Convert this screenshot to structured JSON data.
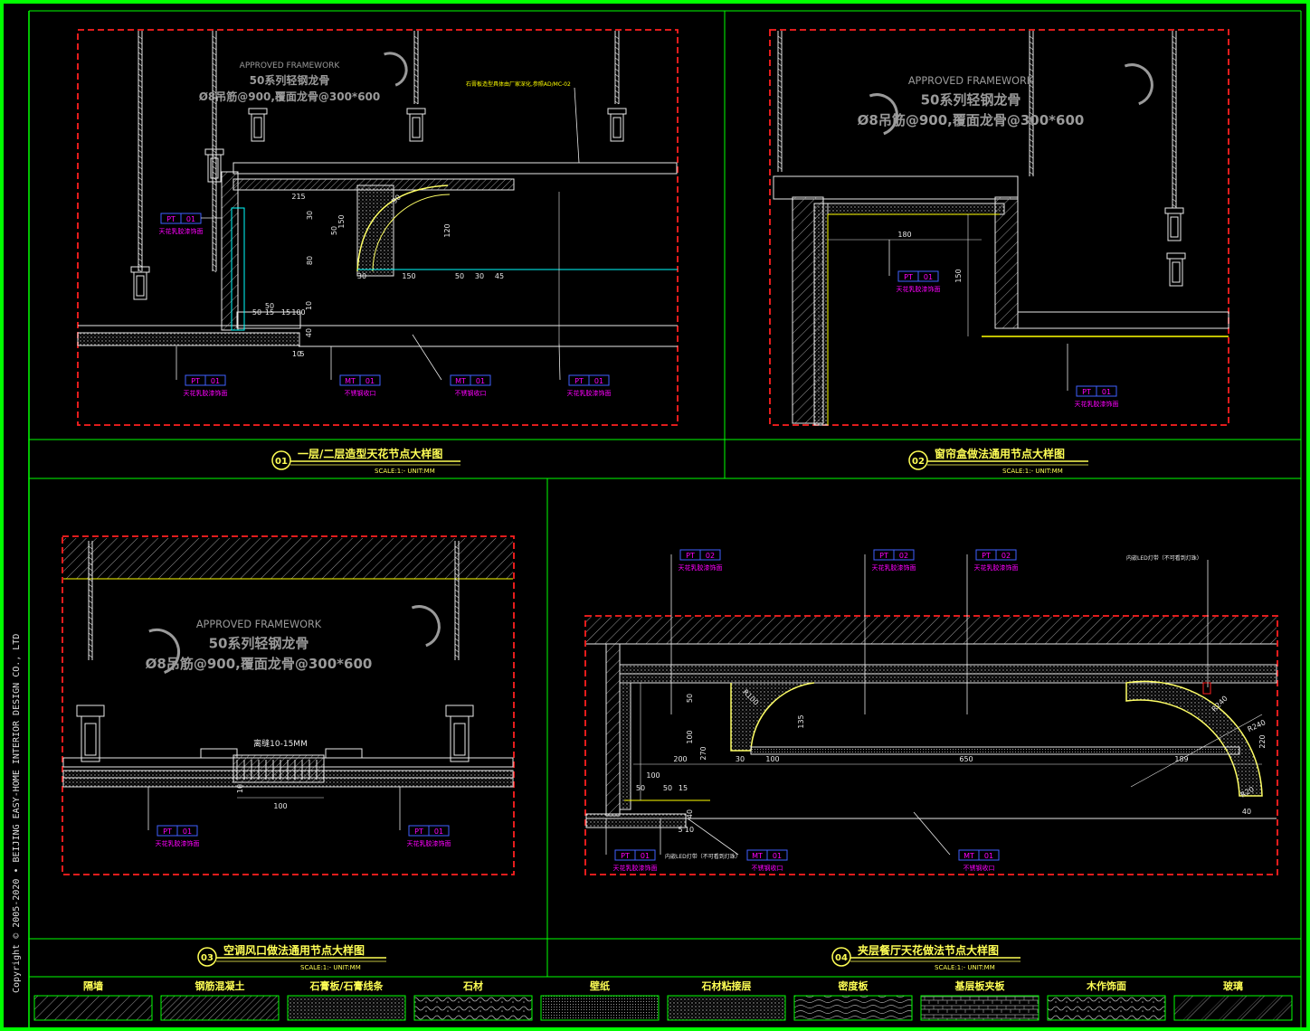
{
  "colors": {
    "border": "#00ff00",
    "frame_red": "#ff2020",
    "tag": "#ff00ff",
    "title": "#ffff55",
    "dim": "#00ff66",
    "line": "#e8e8e8",
    "cyan": "#00ffff",
    "yellow": "#ffff00",
    "background": "#000000"
  },
  "copyright": "Copyright © 2005-2020 • BEIJING EASY-HOME INTERIOR DESIGN CO., LTD",
  "scale_text": "SCALE:1:-     UNIT:MM",
  "panels": [
    {
      "number": "01",
      "title": "一层/二层造型天花节点大样图",
      "framework_en": "APPROVED FRAMEWORK",
      "framework_l1": "50系列轻钢龙骨",
      "framework_l2": "Ø8吊筋@900,覆面龙骨@300*600",
      "note": "石膏板造型具体由厂家深化,参照AD/MC-02",
      "dims": [
        "215",
        "30",
        "80",
        "50",
        "120",
        "150",
        "90",
        "150",
        "50",
        "30",
        "45",
        "30",
        "50",
        "15",
        "100",
        "50",
        "15",
        "40",
        "10",
        "5",
        "10"
      ],
      "tags": [
        {
          "code": "PT",
          "num": "01",
          "desc": "天花乳胶漆饰面"
        },
        {
          "code": "PT",
          "num": "01",
          "desc": "天花乳胶漆饰面"
        },
        {
          "code": "MT",
          "num": "01",
          "desc": "不锈钢收口"
        },
        {
          "code": "MT",
          "num": "01",
          "desc": "不锈钢收口"
        },
        {
          "code": "PT",
          "num": "01",
          "desc": "天花乳胶漆饰面"
        }
      ]
    },
    {
      "number": "02",
      "title": "窗帘盒做法通用节点大样图",
      "framework_en": "APPROVED FRAMEWORK",
      "framework_l1": "50系列轻钢龙骨",
      "framework_l2": "Ø8吊筋@900,覆面龙骨@300*600",
      "dims": [
        "180",
        "150"
      ],
      "tags": [
        {
          "code": "PT",
          "num": "01",
          "desc": "天花乳胶漆饰面"
        },
        {
          "code": "PT",
          "num": "01",
          "desc": "天花乳胶漆饰面"
        }
      ]
    },
    {
      "number": "03",
      "title": "空调风口做法通用节点大样图",
      "framework_en": "APPROVED FRAMEWORK",
      "framework_l1": "50系列轻钢龙骨",
      "framework_l2": "Ø8吊筋@900,覆面龙骨@300*600",
      "note": "离缝10-15MM",
      "dims": [
        "10",
        "100"
      ],
      "tags": [
        {
          "code": "PT",
          "num": "01",
          "desc": "天花乳胶漆饰面"
        },
        {
          "code": "PT",
          "num": "01",
          "desc": "天花乳胶漆饰面"
        }
      ]
    },
    {
      "number": "04",
      "title": "夹层餐厅天花做法节点大样图",
      "note": "内嵌LED灯带（不可看到灯珠）",
      "note2": "内嵌LED灯带（不可看到灯珠）",
      "dims": [
        "R100",
        "135",
        "50",
        "100",
        "270",
        "200",
        "30",
        "100",
        "650",
        "189",
        "R240",
        "R240",
        "220",
        "R20",
        "40",
        "100",
        "50",
        "50",
        "15",
        "40",
        "5",
        "10"
      ],
      "tags": [
        {
          "code": "PT",
          "num": "02",
          "desc": "天花乳胶漆饰面"
        },
        {
          "code": "PT",
          "num": "02",
          "desc": "天花乳胶漆饰面"
        },
        {
          "code": "PT",
          "num": "02",
          "desc": "天花乳胶漆饰面"
        },
        {
          "code": "PT",
          "num": "01",
          "desc": "天花乳胶漆饰面"
        },
        {
          "code": "MT",
          "num": "01",
          "desc": "不锈钢收口"
        },
        {
          "code": "MT",
          "num": "01",
          "desc": "不锈钢收口"
        }
      ]
    }
  ],
  "legend": [
    "隔墙",
    "钢筋混凝土",
    "石膏板/石膏线条",
    "石材",
    "壁纸",
    "石材粘接层",
    "密度板",
    "基层板夹板",
    "木作饰面",
    "玻璃"
  ]
}
